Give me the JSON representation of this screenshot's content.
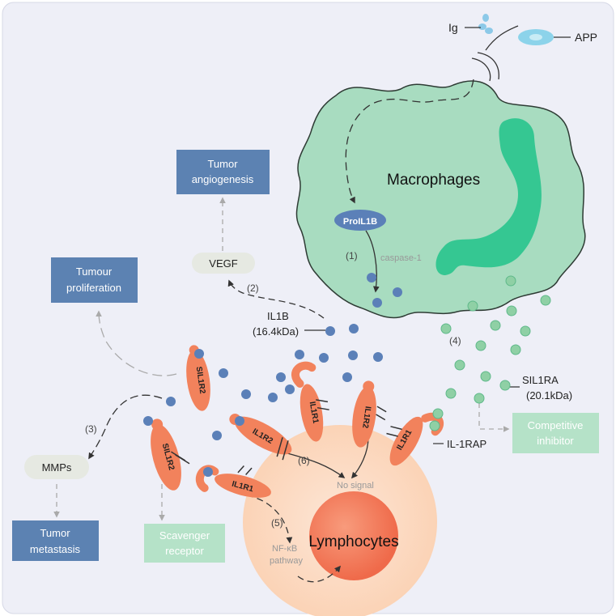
{
  "labels": {
    "ig": "Ig",
    "app": "APP",
    "macrophages": "Macrophages",
    "proil1b": "ProIL1B",
    "step1": "(1)",
    "caspase": "caspase-1",
    "step2": "(2)",
    "vegf": "VEGF",
    "tumor_angiogenesis_1": "Tumor",
    "tumor_angiogenesis_2": "angiogenesis",
    "tumour_proliferation_1": "Tumour",
    "tumour_proliferation_2": "proliferation",
    "il1b_1": "IL1B",
    "il1b_2": "(16.4kDa)",
    "step4": "(4)",
    "sil1ra_1": "SIL1RA",
    "sil1ra_2": "(20.1kDa)",
    "competitive_1": "Competitive",
    "competitive_2": "inhibitor",
    "il1rap": "IL-1RAP",
    "step3": "(3)",
    "mmps": "MMPs",
    "tumor_metastasis_1": "Tumor",
    "tumor_metastasis_2": "metastasis",
    "scavenger_1": "Scavenger",
    "scavenger_2": "receptor",
    "step5": "(5)",
    "step6": "(6)",
    "no_signal": "No signal",
    "nfkb_1": "NF-κB",
    "nfkb_2": "pathway",
    "lymphocytes": "Lymphocytes",
    "receptor_sil1r2": "SIL1R2",
    "receptor_il1r1": "IL1R1",
    "receptor_il1r2": "IL1R2",
    "receptor_il1r3": "IL1R1"
  },
  "colors": {
    "background": "#eeeff7",
    "macrophage": "#a8dcc0",
    "macrophage_nucleus": "#35c792",
    "lymphocyte_outer": "#fddbc4",
    "lymphocyte_inner": "#f47b5c",
    "receptor": "#f2825c",
    "il1b_dot": "#5b80b8",
    "sil1ra_dot": "#8fd0a5",
    "blue_box": "#5c82b2",
    "green_box": "#b5e2c8",
    "pill": "#e6e9e2"
  }
}
